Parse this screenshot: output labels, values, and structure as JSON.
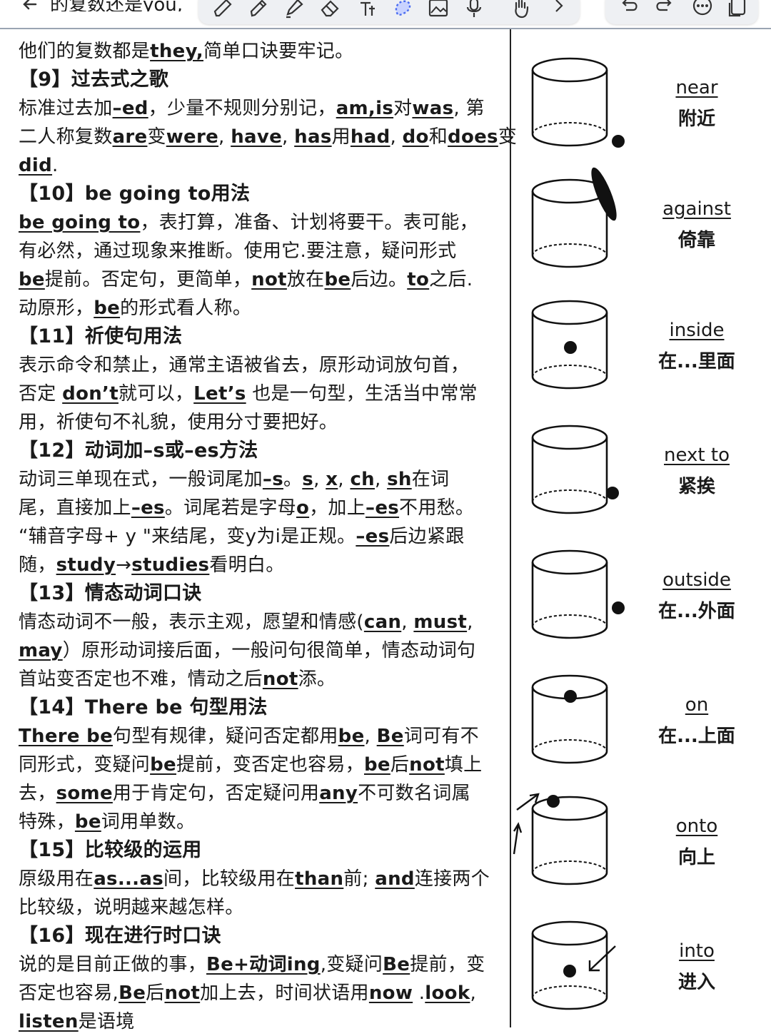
{
  "toolbar": {
    "title": "的复数还是you,",
    "icons": [
      "back-arrow-icon",
      "pen-icon",
      "pencil-icon",
      "highlighter-icon",
      "eraser-icon",
      "text-icon",
      "lasso-icon",
      "image-icon",
      "microphone-icon",
      "hand-icon",
      "chevron-right-icon",
      "undo-icon",
      "redo-icon",
      "more-icon",
      "pages-icon"
    ]
  },
  "content": {
    "lines": [
      {
        "type": "text",
        "segments": [
          {
            "t": "他们的复数都是"
          },
          {
            "t": "they,",
            "u": true
          },
          {
            "t": "简单口诀要牢记。"
          }
        ]
      },
      {
        "type": "heading",
        "segments": [
          {
            "t": "【9】过去式之歌"
          }
        ]
      },
      {
        "type": "text",
        "segments": [
          {
            "t": "标准过去加"
          },
          {
            "t": "–ed",
            "u": true
          },
          {
            "t": "，少量不规则分别记，"
          },
          {
            "t": "am,is",
            "u": true
          },
          {
            "t": "对"
          },
          {
            "t": "was",
            "u": true
          },
          {
            "t": ", 第"
          }
        ]
      },
      {
        "type": "text",
        "segments": [
          {
            "t": "二人称复数"
          },
          {
            "t": "are",
            "u": true
          },
          {
            "t": "变"
          },
          {
            "t": "were",
            "u": true
          },
          {
            "t": ", "
          },
          {
            "t": "have",
            "u": true
          },
          {
            "t": ", "
          },
          {
            "t": "has",
            "u": true
          },
          {
            "t": "用"
          },
          {
            "t": "had",
            "u": true
          },
          {
            "t": ", "
          },
          {
            "t": "do",
            "u": true
          },
          {
            "t": "和"
          },
          {
            "t": "does",
            "u": true
          },
          {
            "t": "变"
          }
        ]
      },
      {
        "type": "text",
        "segments": [
          {
            "t": "did",
            "u": true
          },
          {
            "t": "."
          }
        ]
      },
      {
        "type": "heading",
        "segments": [
          {
            "t": "【10】be going to用法"
          }
        ]
      },
      {
        "type": "text",
        "segments": [
          {
            "t": "be going to",
            "u": true
          },
          {
            "t": "，表打算，准备、计划将要干。表可能，"
          }
        ]
      },
      {
        "type": "text",
        "segments": [
          {
            "t": "有必然，通过现象来推断。使用它.要注意，疑问形式"
          }
        ]
      },
      {
        "type": "text",
        "segments": [
          {
            "t": "be",
            "u": true
          },
          {
            "t": "提前。否定句，更简单，"
          },
          {
            "t": "not",
            "u": true
          },
          {
            "t": "放在"
          },
          {
            "t": "be",
            "u": true
          },
          {
            "t": "后边。"
          },
          {
            "t": "to",
            "u": true
          },
          {
            "t": "之后."
          }
        ]
      },
      {
        "type": "text",
        "segments": [
          {
            "t": "动原形，"
          },
          {
            "t": "be",
            "u": true
          },
          {
            "t": "的形式看人称。"
          }
        ]
      },
      {
        "type": "heading",
        "segments": [
          {
            "t": "【11】祈使句用法"
          }
        ]
      },
      {
        "type": "text",
        "segments": [
          {
            "t": "表示命令和禁止，通常主语被省去，原形动词放句首，"
          }
        ]
      },
      {
        "type": "text",
        "segments": [
          {
            "t": "否定 "
          },
          {
            "t": "don’t",
            "u": true
          },
          {
            "t": "就可以，"
          },
          {
            "t": "Let’s",
            "u": true
          },
          {
            "t": " 也是一句型，生活当中常常"
          }
        ]
      },
      {
        "type": "text",
        "segments": [
          {
            "t": "用，祈使句不礼貌，使用分寸要把好。"
          }
        ]
      },
      {
        "type": "heading",
        "segments": [
          {
            "t": "【12】动词加–s或–es方法"
          }
        ]
      },
      {
        "type": "text",
        "segments": [
          {
            "t": "动词三单现在式，一般词尾加"
          },
          {
            "t": "–s",
            "u": true
          },
          {
            "t": "。"
          },
          {
            "t": "s",
            "u": true
          },
          {
            "t": ", "
          },
          {
            "t": "x",
            "u": true
          },
          {
            "t": ", "
          },
          {
            "t": "ch",
            "u": true
          },
          {
            "t": ", "
          },
          {
            "t": "sh",
            "u": true
          },
          {
            "t": "在词"
          }
        ]
      },
      {
        "type": "text",
        "segments": [
          {
            "t": "尾，直接加上"
          },
          {
            "t": "–es",
            "u": true
          },
          {
            "t": "。词尾若是字母"
          },
          {
            "t": "o",
            "u": true
          },
          {
            "t": "，加上"
          },
          {
            "t": "–es",
            "u": true
          },
          {
            "t": "不用愁。"
          }
        ]
      },
      {
        "type": "text",
        "segments": [
          {
            "t": "“辅音字母+ y \"来结尾，变y为i是正规。"
          },
          {
            "t": "–es",
            "u": true
          },
          {
            "t": "后边紧跟"
          }
        ]
      },
      {
        "type": "text",
        "segments": [
          {
            "t": "随，"
          },
          {
            "t": "study",
            "u": true
          },
          {
            "t": "→"
          },
          {
            "t": "studies",
            "u": true
          },
          {
            "t": "看明白。"
          }
        ]
      },
      {
        "type": "heading",
        "segments": [
          {
            "t": "【13】情态动词口诀"
          }
        ]
      },
      {
        "type": "text",
        "segments": [
          {
            "t": "情态动词不一般，表示主观，愿望和情感("
          },
          {
            "t": "can",
            "u": true
          },
          {
            "t": ", "
          },
          {
            "t": "must",
            "u": true
          },
          {
            "t": ","
          }
        ]
      },
      {
        "type": "text",
        "segments": [
          {
            "t": "may",
            "u": true
          },
          {
            "t": "）原形动词接后面，一般问句很简单，情态动词句"
          }
        ]
      },
      {
        "type": "text",
        "segments": [
          {
            "t": "首站变否定也不难，情动之后"
          },
          {
            "t": "not",
            "u": true
          },
          {
            "t": "添。"
          }
        ]
      },
      {
        "type": "heading",
        "segments": [
          {
            "t": "【14】There be 句型用法"
          }
        ]
      },
      {
        "type": "text",
        "segments": [
          {
            "t": "There be",
            "u": true
          },
          {
            "t": "句型有规律，疑问否定都用"
          },
          {
            "t": "be",
            "u": true
          },
          {
            "t": ", "
          },
          {
            "t": "Be",
            "u": true
          },
          {
            "t": "词可有不"
          }
        ]
      },
      {
        "type": "text",
        "segments": [
          {
            "t": "同形式，变疑问"
          },
          {
            "t": "be",
            "u": true
          },
          {
            "t": "提前，变否定也容易，"
          },
          {
            "t": "be",
            "u": true
          },
          {
            "t": "后"
          },
          {
            "t": "not",
            "u": true
          },
          {
            "t": "填上"
          }
        ]
      },
      {
        "type": "text",
        "segments": [
          {
            "t": "去，"
          },
          {
            "t": "some",
            "u": true
          },
          {
            "t": "用于肯定句，否定疑问用"
          },
          {
            "t": "any",
            "u": true
          },
          {
            "t": "不可数名词属"
          }
        ]
      },
      {
        "type": "text",
        "segments": [
          {
            "t": "特殊，"
          },
          {
            "t": "be",
            "u": true
          },
          {
            "t": "词用单数。"
          }
        ]
      },
      {
        "type": "heading",
        "segments": [
          {
            "t": "【15】比较级的运用"
          }
        ]
      },
      {
        "type": "text",
        "segments": [
          {
            "t": "原级用在"
          },
          {
            "t": "as...as",
            "u": true
          },
          {
            "t": "间，比较级用在"
          },
          {
            "t": "than",
            "u": true
          },
          {
            "t": "前; "
          },
          {
            "t": "and",
            "u": true
          },
          {
            "t": "连接两个"
          }
        ]
      },
      {
        "type": "text",
        "segments": [
          {
            "t": "比较级，说明越来越怎样。"
          }
        ]
      },
      {
        "type": "heading",
        "segments": [
          {
            "t": "【16】现在进行时口诀"
          }
        ]
      },
      {
        "type": "text",
        "segments": [
          {
            "t": "说的是目前正做的事，"
          },
          {
            "t": "Be+动词ing",
            "u": true
          },
          {
            "t": ",变疑问"
          },
          {
            "t": "Be",
            "u": true
          },
          {
            "t": "提前，变"
          }
        ]
      },
      {
        "type": "text",
        "segments": [
          {
            "t": "否定也容易,"
          },
          {
            "t": "Be",
            "u": true
          },
          {
            "t": "后"
          },
          {
            "t": "not",
            "u": true
          },
          {
            "t": "加上去，时间状语用"
          },
          {
            "t": "now",
            "u": true
          },
          {
            "t": " ."
          },
          {
            "t": "look",
            "u": true
          },
          {
            "t": ","
          }
        ]
      },
      {
        "type": "text",
        "segments": [
          {
            "t": "listen",
            "u": true
          },
          {
            "t": "是语境"
          }
        ]
      }
    ]
  },
  "prepositions": [
    {
      "en": "near",
      "zh": "附近",
      "mark": "dot-outside-bottom-right"
    },
    {
      "en": "against",
      "zh": "倚靠",
      "mark": "oval-leaning"
    },
    {
      "en": "inside",
      "zh": "在...里面",
      "mark": "dot-inside"
    },
    {
      "en": "next to",
      "zh": "紧挨",
      "mark": "dot-touching-side"
    },
    {
      "en": "outside",
      "zh": "在...外面",
      "mark": "dot-outside-right"
    },
    {
      "en": "on",
      "zh": "在...上面",
      "mark": "dot-on-top"
    },
    {
      "en": "onto",
      "zh": "向上",
      "mark": "arrows-onto"
    },
    {
      "en": "into",
      "zh": "进入",
      "mark": "arrow-into"
    }
  ]
}
